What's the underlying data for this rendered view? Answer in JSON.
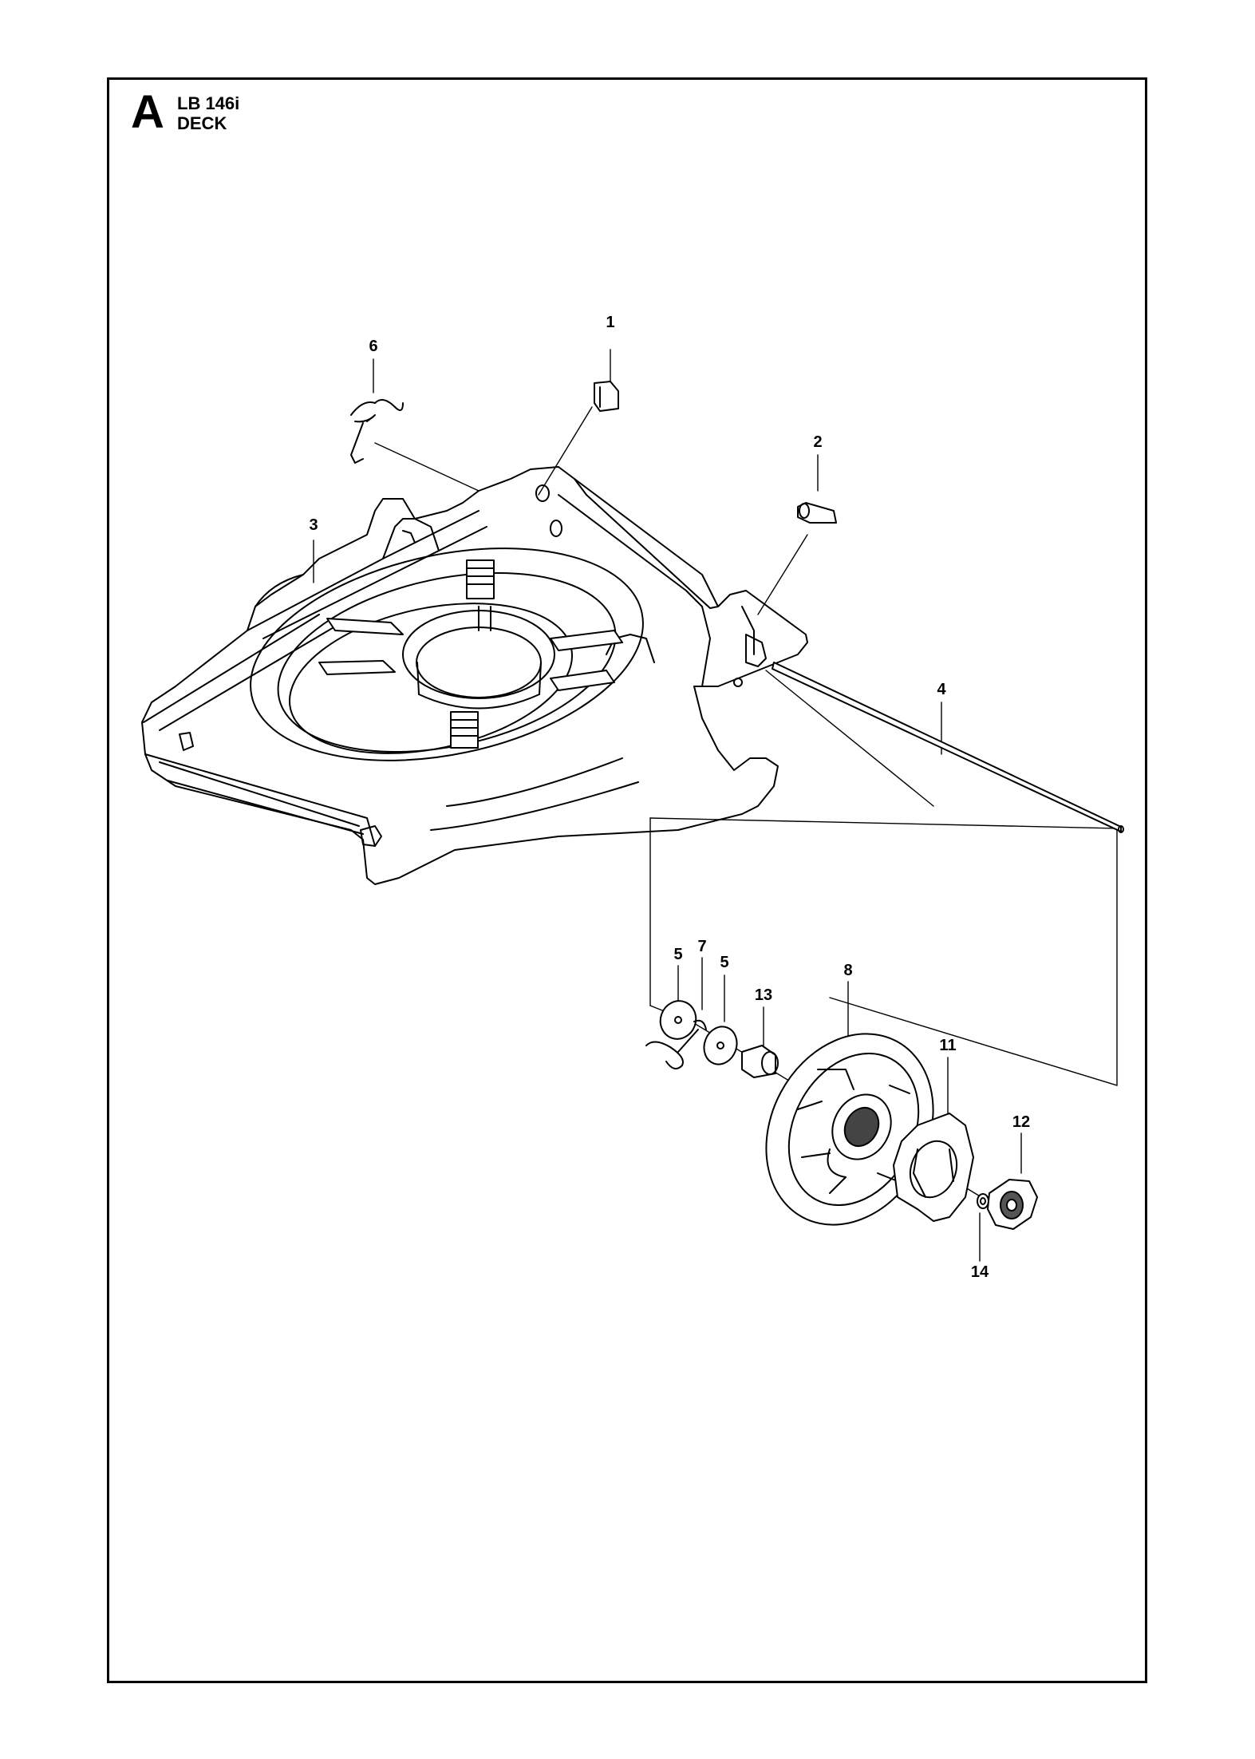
{
  "header": {
    "section_letter": "A",
    "model": "LB 146i",
    "assembly": "DECK"
  },
  "callouts": [
    {
      "id": "c1",
      "label": "1"
    },
    {
      "id": "c2",
      "label": "2"
    },
    {
      "id": "c3",
      "label": "3"
    },
    {
      "id": "c4",
      "label": "4"
    },
    {
      "id": "c5a",
      "label": "5"
    },
    {
      "id": "c5b",
      "label": "5"
    },
    {
      "id": "c6",
      "label": "6"
    },
    {
      "id": "c7",
      "label": "7"
    },
    {
      "id": "c8",
      "label": "8"
    },
    {
      "id": "c11",
      "label": "11"
    },
    {
      "id": "c12",
      "label": "12"
    },
    {
      "id": "c13",
      "label": "13"
    },
    {
      "id": "c14",
      "label": "14"
    }
  ]
}
